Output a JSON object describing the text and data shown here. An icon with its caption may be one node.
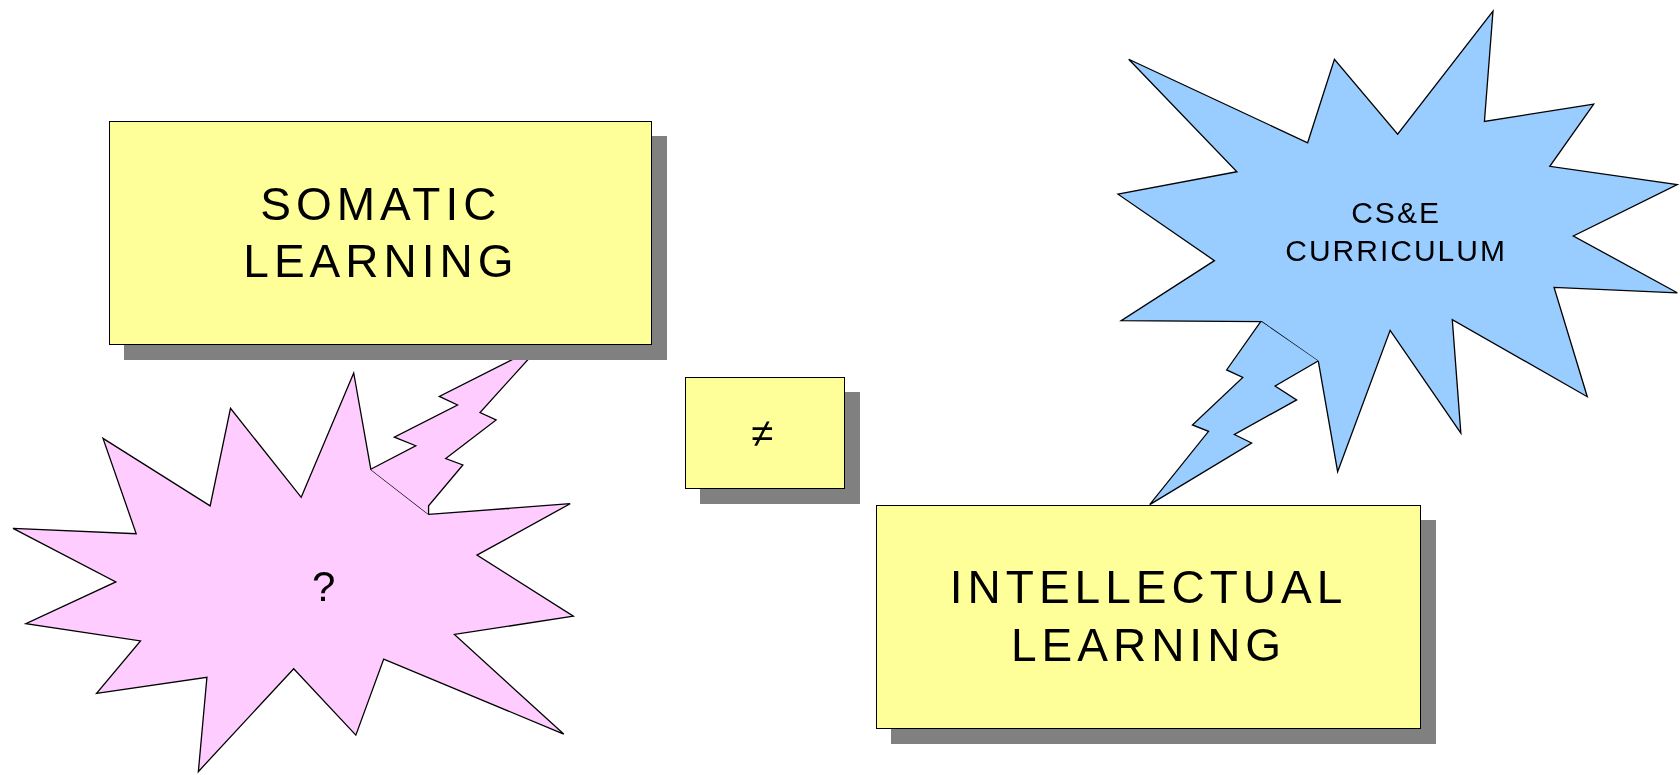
{
  "diagram": {
    "nodes": [
      {
        "text": [
          "CS&E CURRICULUM"
        ]
      },
      {
        "text": [
          "SOMATIC LEARNING"
        ]
      },
      {
        "text": [
          "≠"
        ]
      },
      {
        "text": [
          "?"
        ]
      },
      {
        "text": [
          "INTELLECTUAL LEARNING"
        ]
      }
    ],
    "edges": [
      {
        "from": 3,
        "to": 1,
        "arrow": "none"
      },
      {
        "from": 0,
        "to": 4,
        "arrow": "none"
      }
    ]
  }
}
